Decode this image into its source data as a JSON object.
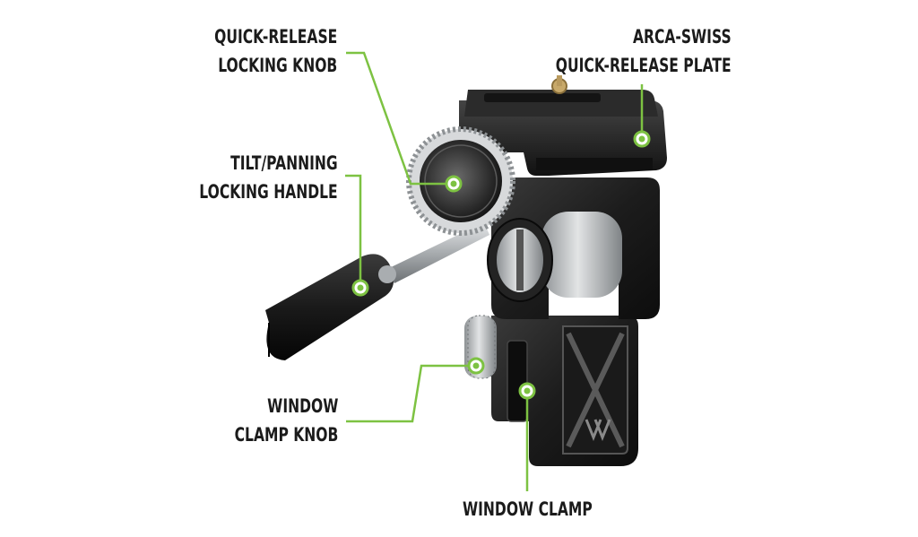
{
  "callouts": {
    "quick_release_knob": {
      "line1": "QUICK-RELEASE",
      "line2": "LOCKING KNOB"
    },
    "arca_plate": {
      "line1": "ARCA-SWISS",
      "line2": "QUICK-RELEASE PLATE"
    },
    "tilt_handle": {
      "line1": "TILT/PANNING",
      "line2": "LOCKING HANDLE"
    },
    "clamp_knob": {
      "line1": "WINDOW",
      "line2": "CLAMP KNOB"
    },
    "window_clamp": {
      "line1": "WINDOW CLAMP"
    }
  },
  "colors": {
    "leader": "#7dc242",
    "text": "#1b1b1b",
    "body": "#1e1e1e",
    "silver": "#b9bcbe"
  }
}
